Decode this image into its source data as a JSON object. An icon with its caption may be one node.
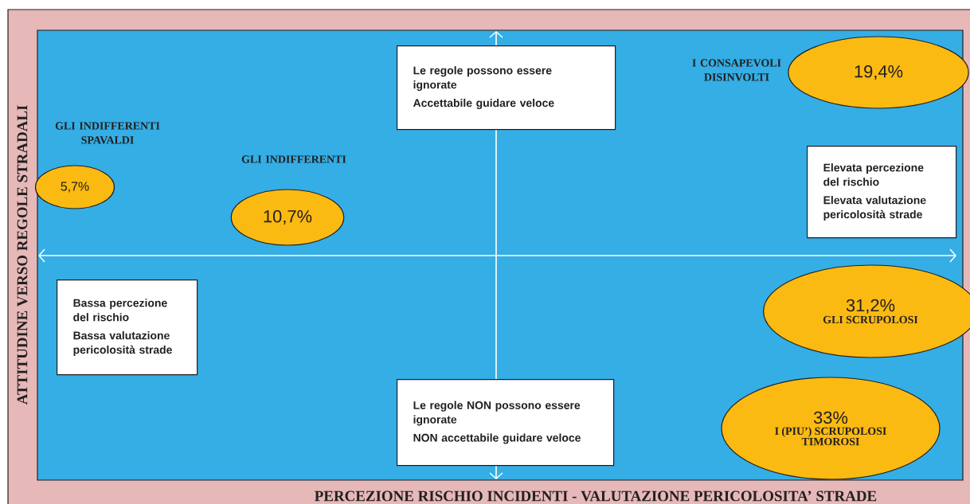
{
  "diagram": {
    "nodes": [
      {
        "text": [
          "Le regole possono essere ignorate",
          "Accettabile guidare veloce"
        ]
      },
      {
        "text": [
          "19,4%"
        ],
        "beside": [
          "I  CONSAPEVOLI DISINVOLTI"
        ]
      },
      {
        "text": [
          "5,7%"
        ],
        "beside": [
          "GLI INDIFFERENTI SPAVALDI"
        ]
      },
      {
        "text": [
          "10,7%"
        ],
        "beside": [
          "GLI INDIFFERENTI"
        ]
      },
      {
        "text": [
          "Elevata percezione del rischio",
          "Elevata valutazione pericolosità strade"
        ]
      },
      {
        "text": [
          "Bassa percezione del rischio",
          "Bassa valutazione pericolosità strade"
        ]
      },
      {
        "text": [
          "31,2%",
          "GLI SCRUPOLOSI"
        ]
      },
      {
        "text": [
          "Le regole NON possono essere ignorate",
          "NON accettabile guidare veloce"
        ]
      },
      {
        "text": [
          "33%",
          "I (PIU’) SCRUPOLOSI TIMOROSI"
        ]
      }
    ],
    "labels": [
      "ATTITUDINE VERSO REGOLE STRADALI",
      "PERCEZIONE RISCHIO INCIDENTI - VALUTAZIONE PERICOLOSITA’ STRADE"
    ]
  }
}
